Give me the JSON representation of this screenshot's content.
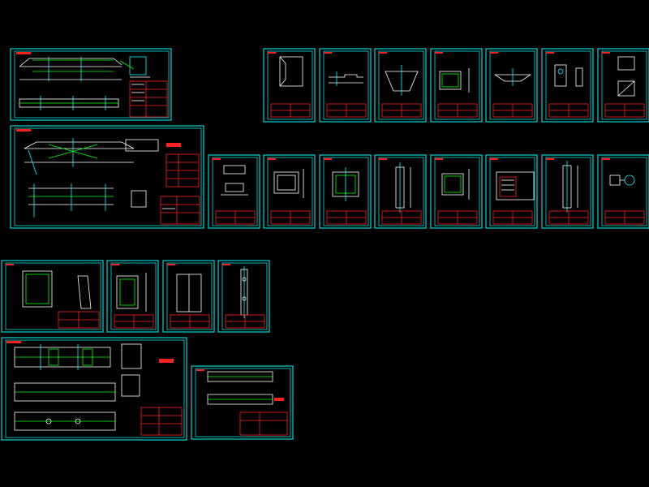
{
  "viewer": {
    "background": "#000000",
    "frame_color": "#00ffff",
    "title_block_color": "#ff2020",
    "geometry_colors": [
      "#ffffff",
      "#00ff00",
      "#00ffff",
      "#ffff00"
    ]
  },
  "sheets": [
    {
      "id": "s1",
      "kind": "assembly-wide"
    },
    {
      "id": "s2",
      "kind": "assembly-wide"
    },
    {
      "id": "p1",
      "kind": "part"
    },
    {
      "id": "p2",
      "kind": "part"
    },
    {
      "id": "p3",
      "kind": "part"
    },
    {
      "id": "p4",
      "kind": "part"
    },
    {
      "id": "p5",
      "kind": "part"
    },
    {
      "id": "p6",
      "kind": "part"
    },
    {
      "id": "p7",
      "kind": "part"
    },
    {
      "id": "q1",
      "kind": "part"
    },
    {
      "id": "q2",
      "kind": "part"
    },
    {
      "id": "q3",
      "kind": "part"
    },
    {
      "id": "q4",
      "kind": "part"
    },
    {
      "id": "q5",
      "kind": "part"
    },
    {
      "id": "q6",
      "kind": "part"
    },
    {
      "id": "q7",
      "kind": "part"
    },
    {
      "id": "q8",
      "kind": "part"
    },
    {
      "id": "r1",
      "kind": "part-wide"
    },
    {
      "id": "r2",
      "kind": "part"
    },
    {
      "id": "r3",
      "kind": "part"
    },
    {
      "id": "r4",
      "kind": "part"
    },
    {
      "id": "t1",
      "kind": "assembly-wide"
    },
    {
      "id": "t2",
      "kind": "assembly-wide"
    }
  ]
}
